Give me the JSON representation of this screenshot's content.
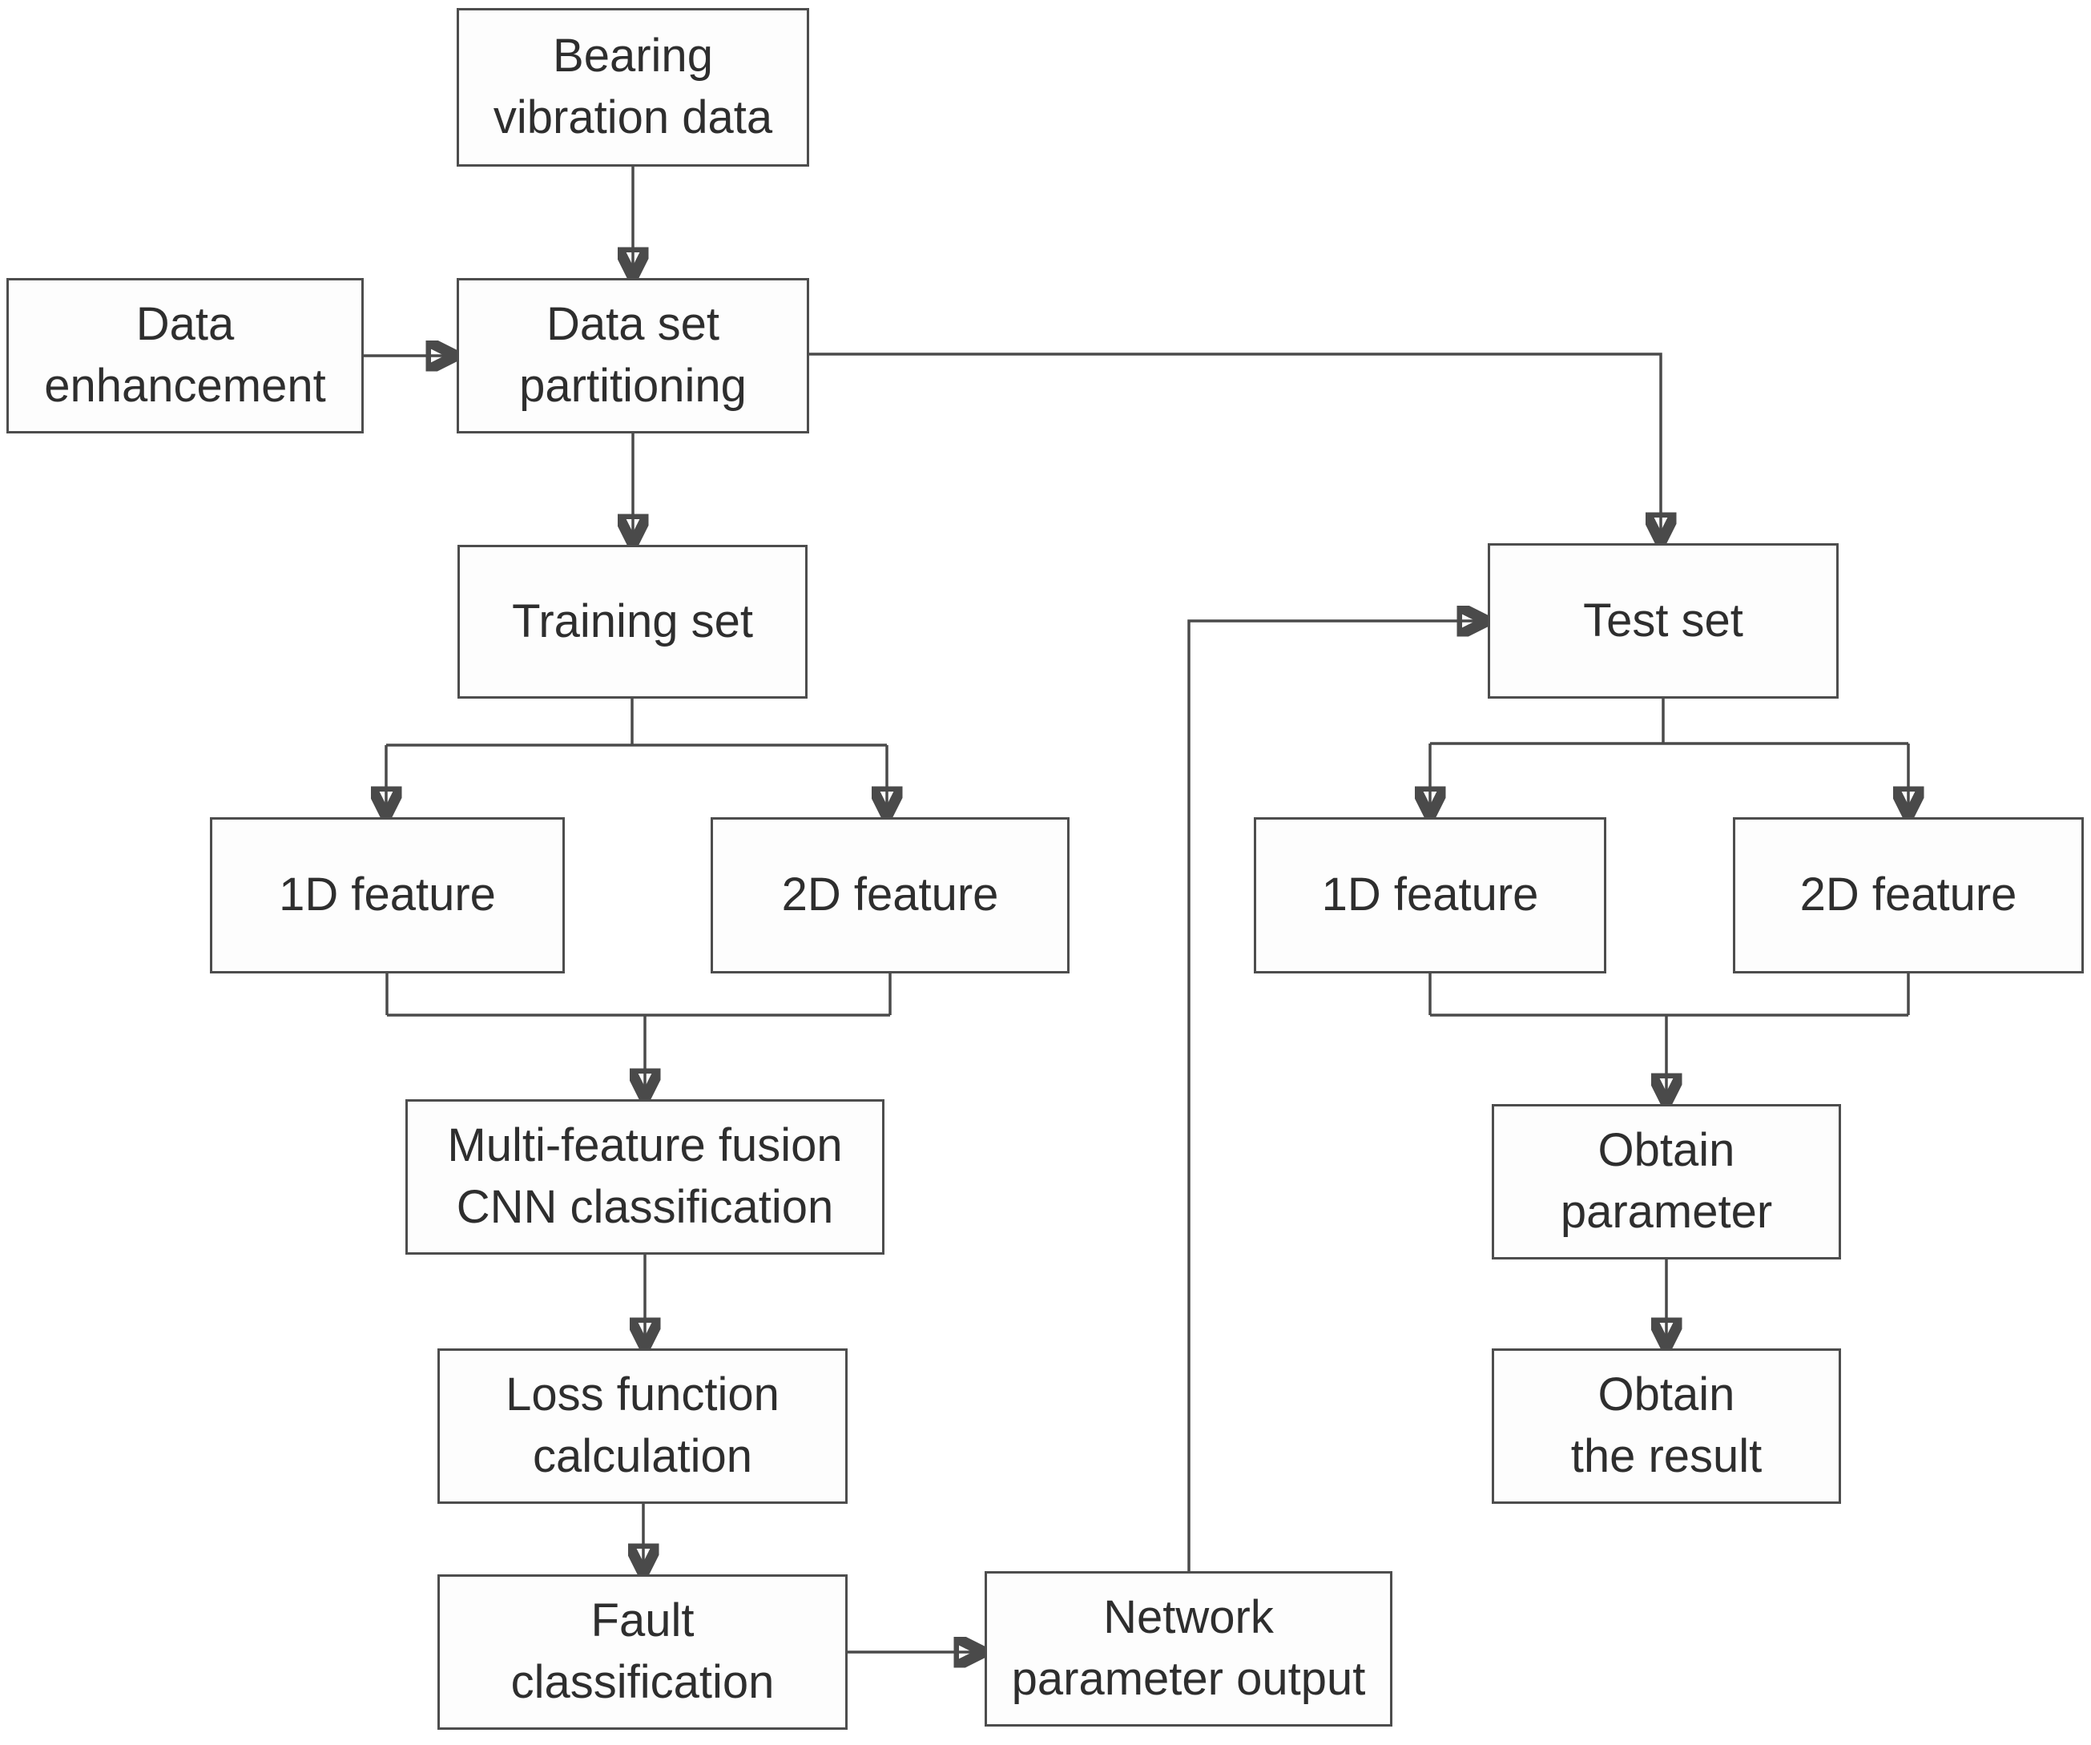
{
  "diagram": {
    "colors": {
      "background": "#ffffff",
      "box_fill": "#fdfdfd",
      "box_border": "#4d4d4d",
      "line": "#4a4a4a",
      "arrowhead": "#3c3c3c",
      "text": "#2e2e2e"
    },
    "nodes": {
      "bearing_vibration_data": {
        "label": "Bearing\nvibration data"
      },
      "data_enhancement": {
        "label": "Data\nenhancement"
      },
      "data_set_partitioning": {
        "label": "Data set\npartitioning"
      },
      "training_set": {
        "label": "Training set"
      },
      "test_set": {
        "label": "Test set"
      },
      "train_1d_feature": {
        "label": "1D feature"
      },
      "train_2d_feature": {
        "label": "2D feature"
      },
      "test_1d_feature": {
        "label": "1D feature"
      },
      "test_2d_feature": {
        "label": "2D feature"
      },
      "multi_feature_fusion_cnn": {
        "label": "Multi-feature fusion\nCNN classification"
      },
      "loss_function_calculation": {
        "label": "Loss function\ncalculation"
      },
      "fault_classification": {
        "label": "Fault\nclassification"
      },
      "network_parameter_output": {
        "label": "Network\nparameter output"
      },
      "obtain_parameter": {
        "label": "Obtain\nparameter"
      },
      "obtain_the_result": {
        "label": "Obtain\nthe result"
      }
    },
    "edges": [
      {
        "from": "bearing_vibration_data",
        "to": "data_set_partitioning"
      },
      {
        "from": "data_enhancement",
        "to": "data_set_partitioning"
      },
      {
        "from": "data_set_partitioning",
        "to": "training_set"
      },
      {
        "from": "data_set_partitioning",
        "to": "test_set"
      },
      {
        "from": "training_set",
        "to": "train_1d_feature"
      },
      {
        "from": "training_set",
        "to": "train_2d_feature"
      },
      {
        "from": "train_1d_feature",
        "to": "multi_feature_fusion_cnn"
      },
      {
        "from": "train_2d_feature",
        "to": "multi_feature_fusion_cnn"
      },
      {
        "from": "multi_feature_fusion_cnn",
        "to": "loss_function_calculation"
      },
      {
        "from": "loss_function_calculation",
        "to": "fault_classification"
      },
      {
        "from": "fault_classification",
        "to": "network_parameter_output"
      },
      {
        "from": "network_parameter_output",
        "to": "test_set"
      },
      {
        "from": "test_set",
        "to": "test_1d_feature"
      },
      {
        "from": "test_set",
        "to": "test_2d_feature"
      },
      {
        "from": "test_1d_feature",
        "to": "obtain_parameter"
      },
      {
        "from": "test_2d_feature",
        "to": "obtain_parameter"
      },
      {
        "from": "obtain_parameter",
        "to": "obtain_the_result"
      }
    ]
  }
}
